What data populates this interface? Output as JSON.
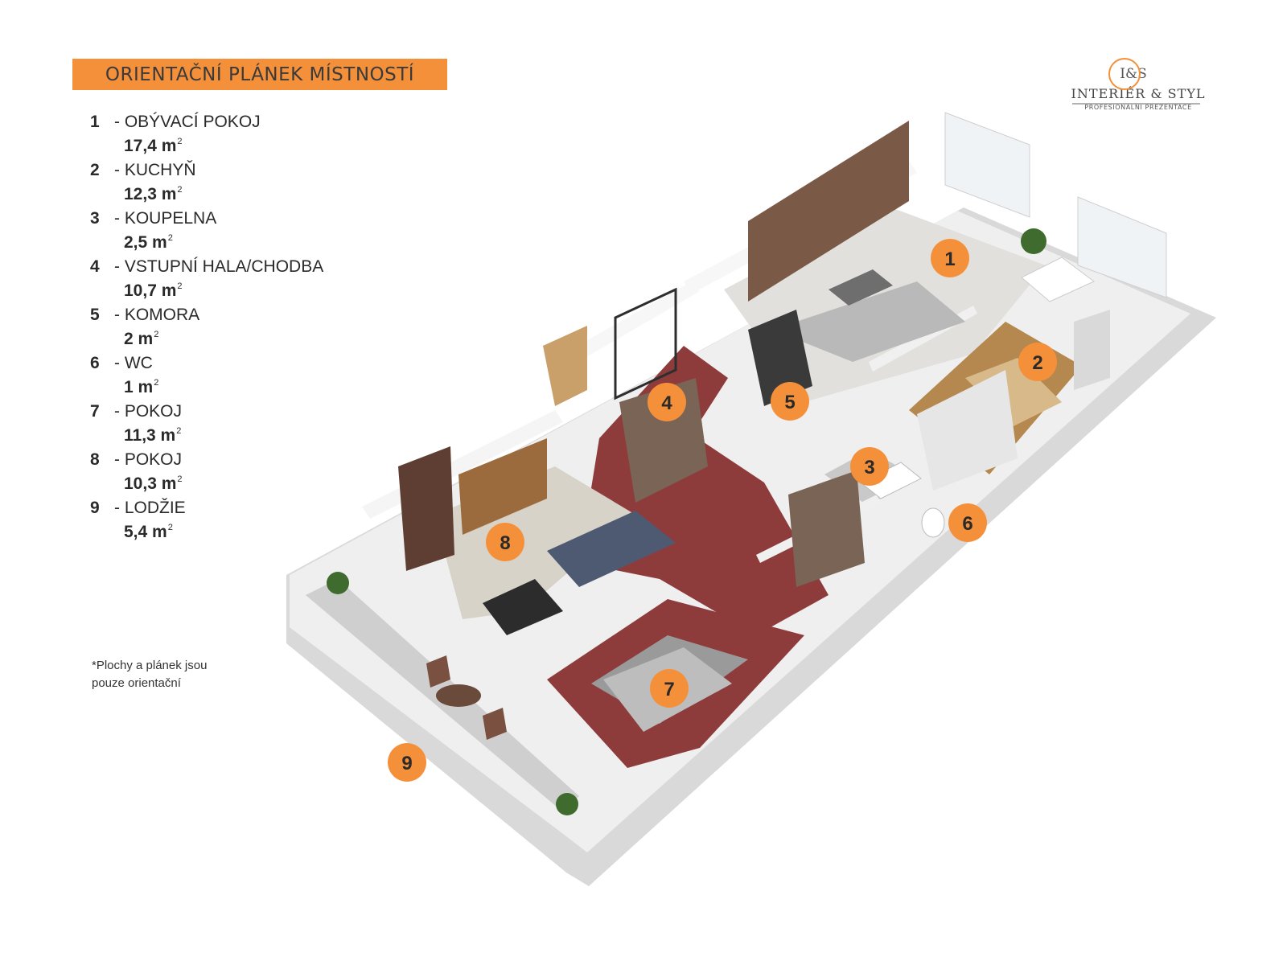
{
  "header": {
    "title": "ORIENTAČNÍ PLÁNEK MÍSTNOSTÍ"
  },
  "logo": {
    "monogram": "I&S",
    "name": "INTERIÉR & STYL",
    "tagline": "PROFESIONÁLNÍ PREZENTACE"
  },
  "rooms": [
    {
      "num": "1",
      "name": "- OBÝVACÍ POKOJ",
      "area": "17,4 m"
    },
    {
      "num": "2",
      "name": "- KUCHYŇ",
      "area": "12,3 m"
    },
    {
      "num": "3",
      "name": "- KOUPELNA",
      "area": "2,5 m"
    },
    {
      "num": "4",
      "name": "- VSTUPNÍ HALA/CHODBA",
      "area": "10,7 m"
    },
    {
      "num": "5",
      "name": "- KOMORA",
      "area": "2 m"
    },
    {
      "num": "6",
      "name": "- WC",
      "area": "1 m"
    },
    {
      "num": "7",
      "name": "- POKOJ",
      "area": "11,3 m"
    },
    {
      "num": "8",
      "name": "- POKOJ",
      "area": "10,3 m"
    },
    {
      "num": "9",
      "name": "- LODŽIE",
      "area": "5,4 m"
    }
  ],
  "area_unit_exponent": "2",
  "note": {
    "line1": "*Plochy  a plánek jsou",
    "line2": "pouze orientační"
  },
  "colors": {
    "accent": "#f5903a",
    "hall_floor": "#8e3b3b",
    "wood": "#7a5a46",
    "wall": "#e8e8e8"
  }
}
